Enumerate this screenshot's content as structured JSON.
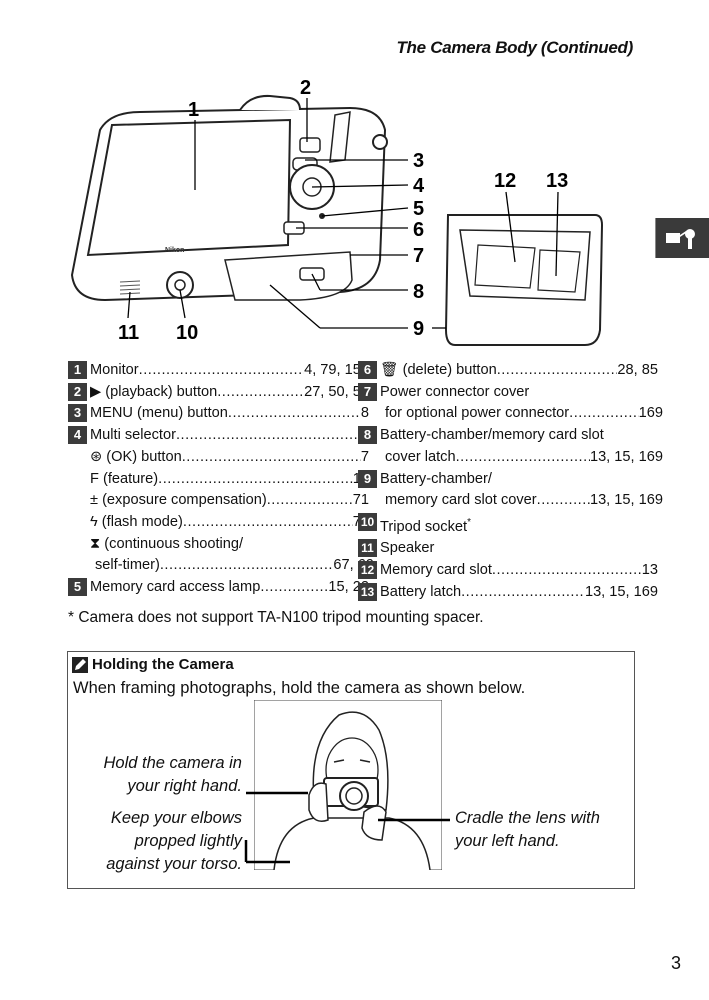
{
  "header": {
    "title": "The Camera Body (Continued)"
  },
  "side_tab": {
    "icon": "camera-mode-icon"
  },
  "callouts": [
    "1",
    "2",
    "3",
    "4",
    "5",
    "6",
    "7",
    "8",
    "9",
    "10",
    "11",
    "12",
    "13"
  ],
  "camera": {
    "brand": "Nikon"
  },
  "legend_left": [
    {
      "n": "1",
      "text": "Monitor",
      "pages": "4, 79, 159"
    },
    {
      "n": "2",
      "glyph": "▶",
      "text": " (playback) button",
      "pages": "27, 50, 56"
    },
    {
      "n": "3",
      "text": "MENU (menu) button",
      "pages": "8"
    },
    {
      "n": "4",
      "text": "Multi selector",
      "pages": "7"
    },
    {
      "n": "",
      "glyph": "⊛",
      "text": " (OK) button",
      "pages": "7"
    },
    {
      "n": "",
      "glyph": "F",
      "text": " (feature)",
      "pages": "10"
    },
    {
      "n": "",
      "glyph": "±",
      "text": " (exposure compensation)",
      "pages": "71"
    },
    {
      "n": "",
      "glyph": "ϟ",
      "text": " (flash mode)",
      "pages": "73"
    },
    {
      "n": "",
      "glyph": "⧗",
      "text": " (continuous shooting/",
      "pages": ""
    },
    {
      "n": "",
      "text": "self-timer)",
      "pages": "67, 69",
      "indent": true
    },
    {
      "n": "5",
      "text": "Memory card access lamp",
      "pages": "15, 22"
    }
  ],
  "legend_right": [
    {
      "n": "6",
      "glyph": "🗑",
      "text": " (delete) button",
      "pages": "28, 85"
    },
    {
      "n": "7",
      "text": "Power connector cover",
      "pages": ""
    },
    {
      "n": "",
      "text": "for optional power connector",
      "pages": "169",
      "indent": true
    },
    {
      "n": "8",
      "text": "Battery-chamber/memory card slot",
      "pages": ""
    },
    {
      "n": "",
      "text": "cover latch",
      "pages": "13, 15, 169",
      "indent": true
    },
    {
      "n": "9",
      "text": "Battery-chamber/",
      "pages": ""
    },
    {
      "n": "",
      "text": "memory card slot cover",
      "pages": "13, 15, 169",
      "indent": true
    },
    {
      "n": "10",
      "text": "Tripod socket",
      "sup": "*",
      "pages": ""
    },
    {
      "n": "11",
      "text": "Speaker",
      "pages": ""
    },
    {
      "n": "12",
      "text": "Memory card slot",
      "pages": "13"
    },
    {
      "n": "13",
      "text": "Battery latch",
      "pages": "13, 15, 169"
    }
  ],
  "footnote": "* Camera does not support TA-N100 tripod mounting spacer.",
  "box": {
    "title": "Holding the Camera",
    "intro": "When framing photographs, hold the camera as shown below.",
    "tip_right_hand": [
      "Hold the camera in",
      "your right hand."
    ],
    "tip_elbows": [
      "Keep your elbows",
      "propped lightly",
      "against your torso."
    ],
    "tip_lens": [
      "Cradle the lens with",
      "your left hand."
    ]
  },
  "page_number": "3"
}
